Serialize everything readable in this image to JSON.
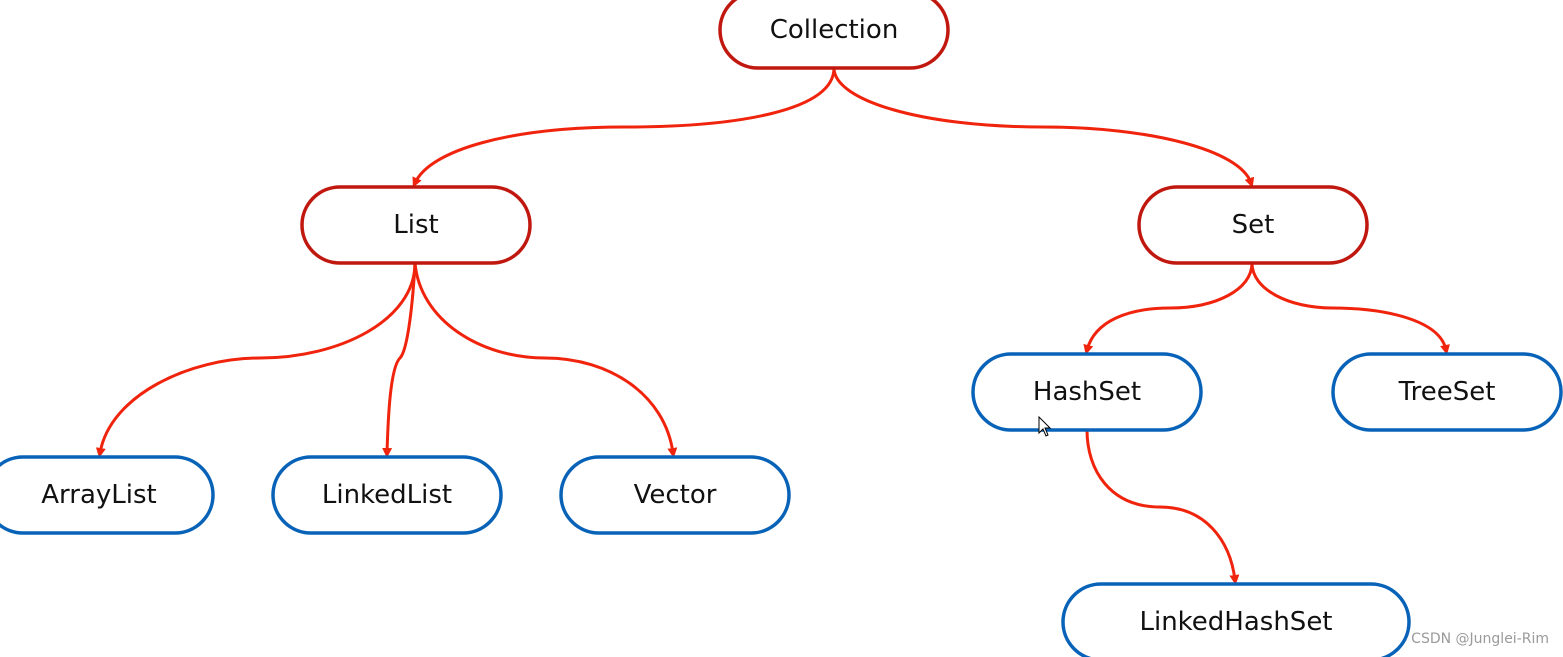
{
  "colors": {
    "interface_border": "#c0170f",
    "class_border": "#0863b8",
    "arrow": "#f0240d"
  },
  "nodes": [
    {
      "id": "collection",
      "label": "Collection",
      "kind": "interface"
    },
    {
      "id": "list",
      "label": "List",
      "kind": "interface"
    },
    {
      "id": "set",
      "label": "Set",
      "kind": "interface"
    },
    {
      "id": "arraylist",
      "label": "ArrayList",
      "kind": "class"
    },
    {
      "id": "linkedlist",
      "label": "LinkedList",
      "kind": "class"
    },
    {
      "id": "vector",
      "label": "Vector",
      "kind": "class"
    },
    {
      "id": "hashset",
      "label": "HashSet",
      "kind": "class"
    },
    {
      "id": "treeset",
      "label": "TreeSet",
      "kind": "class"
    },
    {
      "id": "linkedhashset",
      "label": "LinkedHashSet",
      "kind": "class"
    }
  ],
  "edges": [
    {
      "from": "collection",
      "to": "list"
    },
    {
      "from": "collection",
      "to": "set"
    },
    {
      "from": "list",
      "to": "arraylist"
    },
    {
      "from": "list",
      "to": "linkedlist"
    },
    {
      "from": "list",
      "to": "vector"
    },
    {
      "from": "set",
      "to": "hashset"
    },
    {
      "from": "set",
      "to": "treeset"
    },
    {
      "from": "hashset",
      "to": "linkedhashset"
    }
  ],
  "watermark": "CSDN @Junglei-Rim",
  "cursor_icon": "arrow-cursor-icon"
}
